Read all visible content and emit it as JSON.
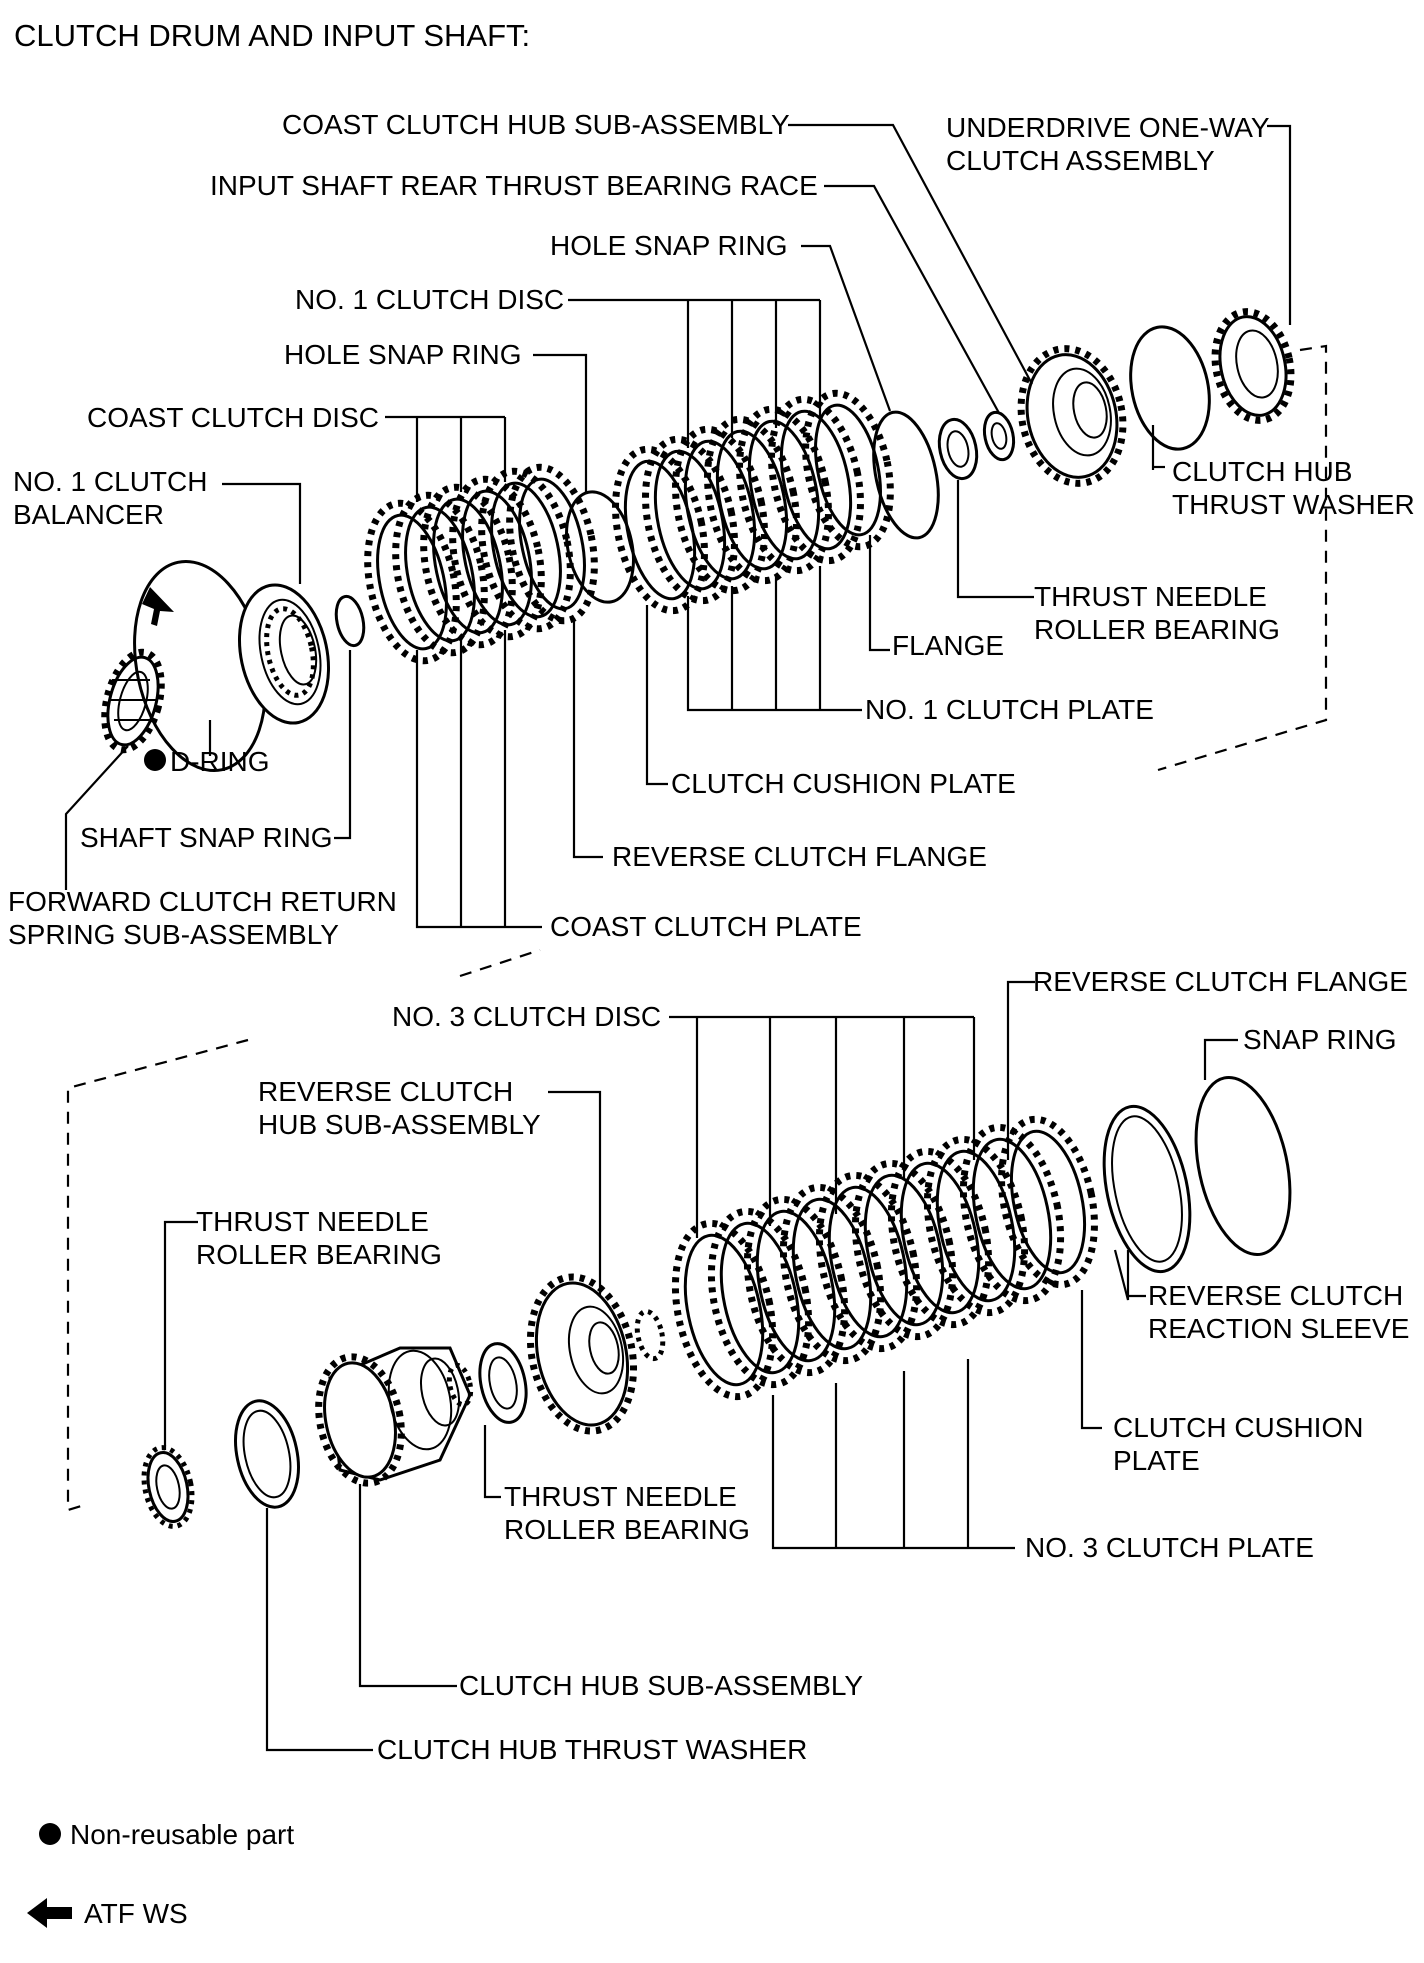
{
  "title": "CLUTCH DRUM AND INPUT SHAFT:",
  "labels": {
    "coast_clutch_hub": "COAST CLUTCH HUB SUB-ASSEMBLY",
    "underdrive_1": "UNDERDRIVE ONE-WAY",
    "underdrive_2": "CLUTCH ASSEMBLY",
    "input_shaft_race": "INPUT SHAFT REAR THRUST BEARING RACE",
    "hole_snap_ring_upper": "HOLE SNAP RING",
    "no1_clutch_disc": "NO. 1 CLUTCH DISC",
    "hole_snap_ring": "HOLE SNAP RING",
    "coast_clutch_disc": "COAST CLUTCH DISC",
    "no1_balancer_1": "NO. 1 CLUTCH",
    "no1_balancer_2": "BALANCER",
    "clutch_hub_washer_top_1": "CLUTCH HUB",
    "clutch_hub_washer_top_2": "THRUST WASHER",
    "thrust_needle_top_1": "THRUST NEEDLE",
    "thrust_needle_top_2": "ROLLER BEARING",
    "flange": "FLANGE",
    "no1_clutch_plate": "NO. 1 CLUTCH PLATE",
    "d_ring": "D-RING",
    "clutch_cushion_plate_top": "CLUTCH CUSHION PLATE",
    "shaft_snap_ring": "SHAFT SNAP RING",
    "reverse_clutch_flange_top": "REVERSE CLUTCH FLANGE",
    "forward_return_1": "FORWARD CLUTCH RETURN",
    "forward_return_2": "SPRING SUB-ASSEMBLY",
    "coast_clutch_plate": "COAST CLUTCH PLATE",
    "reverse_clutch_flange_bottom": "REVERSE CLUTCH FLANGE",
    "no3_clutch_disc": "NO. 3 CLUTCH DISC",
    "snap_ring": "SNAP RING",
    "reverse_hub_1": "REVERSE CLUTCH",
    "reverse_hub_2": "HUB SUB-ASSEMBLY",
    "thrust_needle_left_1": "THRUST NEEDLE",
    "thrust_needle_left_2": "ROLLER BEARING",
    "reverse_sleeve_1": "REVERSE CLUTCH",
    "reverse_sleeve_2": "REACTION SLEEVE",
    "clutch_cushion_bottom_1": "CLUTCH CUSHION",
    "clutch_cushion_bottom_2": "PLATE",
    "thrust_needle_mid_1": "THRUST NEEDLE",
    "thrust_needle_mid_2": "ROLLER BEARING",
    "no3_clutch_plate": "NO. 3 CLUTCH PLATE",
    "clutch_hub_sub": "CLUTCH HUB SUB-ASSEMBLY",
    "clutch_hub_thrust_washer": "CLUTCH HUB THRUST WASHER"
  },
  "legend": {
    "non_reusable": "Non-reusable part",
    "atf": "ATF WS"
  }
}
